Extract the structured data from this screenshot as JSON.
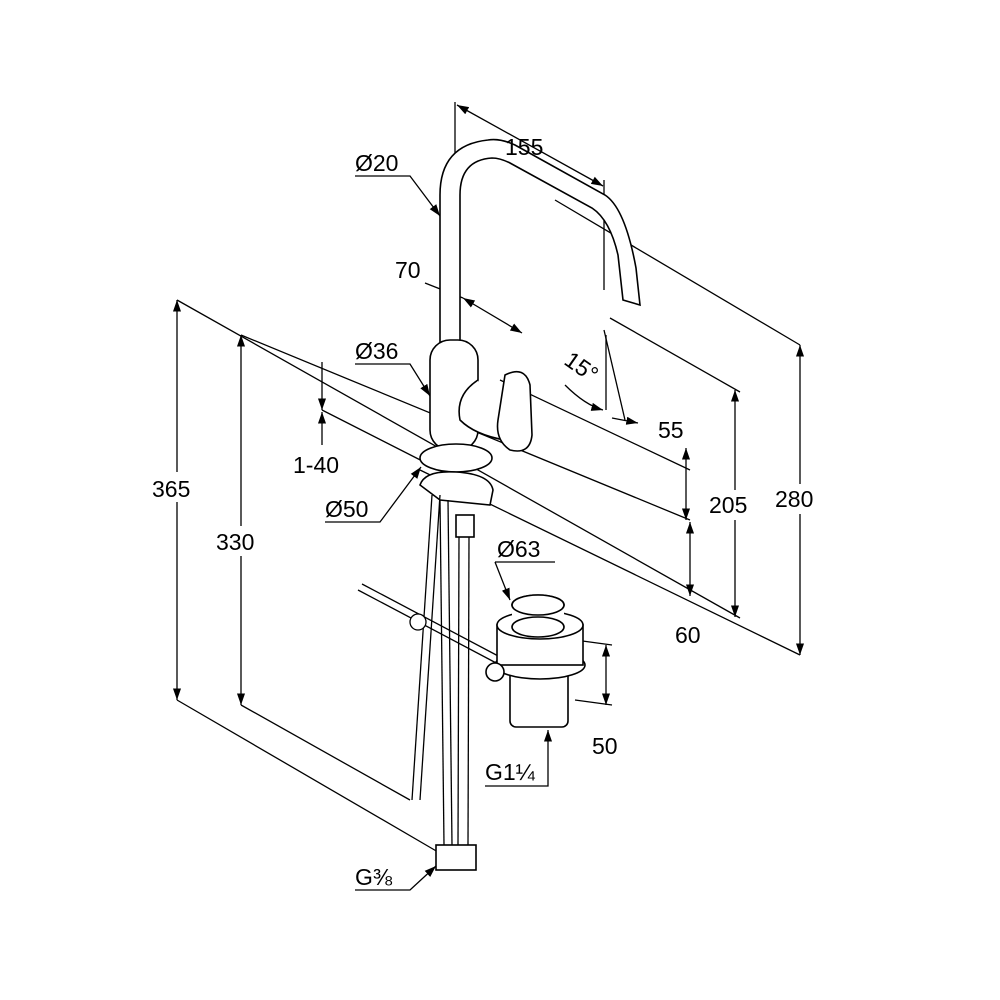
{
  "drawing": {
    "dimensions": {
      "spout_reach": "155",
      "spout_diameter": "Ø20",
      "lever_offset": "70",
      "body_diameter": "Ø36",
      "lever_angle": "15°",
      "spout_height_from_lever": "55",
      "deck_thickness": "1-40",
      "base_diameter": "Ø50",
      "outlet_height": "205",
      "total_height": "280",
      "hose_length_total": "365",
      "hose_length": "330",
      "waste_diameter": "Ø63",
      "lever_height": "60",
      "waste_height": "50",
      "waste_thread": "G1¼",
      "supply_thread": "G⅜"
    }
  }
}
